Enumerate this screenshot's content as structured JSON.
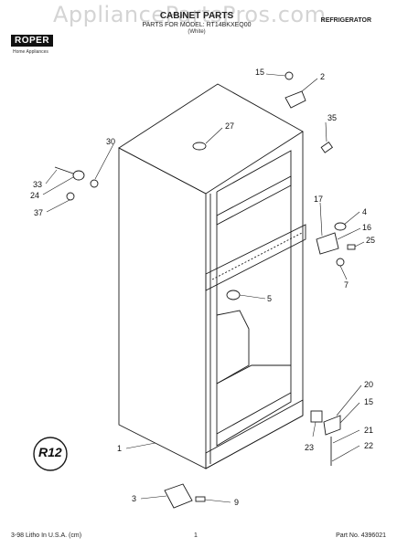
{
  "header": {
    "watermark": "AppliancePartsPros.com",
    "title": "CABINET PARTS",
    "model_line": "PARTS FOR MODEL: RT14BKXEQ00",
    "note": "(White)",
    "category": "REFRIGERATOR",
    "brand": "ROPER",
    "brand_sub": "Home Appliances"
  },
  "part_labels": [
    "15",
    "2",
    "27",
    "35",
    "30",
    "33",
    "24",
    "37",
    "17",
    "4",
    "16",
    "25",
    "7",
    "5",
    "20",
    "15",
    "21",
    "22",
    "23",
    "1",
    "3",
    "9"
  ],
  "footer": {
    "litho": "3-98 Litho In U.S.A. (cm)",
    "page": "1",
    "part_no": "Part No. 4396021"
  },
  "logo": {
    "text": "R12"
  },
  "colors": {
    "line": "#1a1a1a",
    "paper": "#ffffff"
  }
}
